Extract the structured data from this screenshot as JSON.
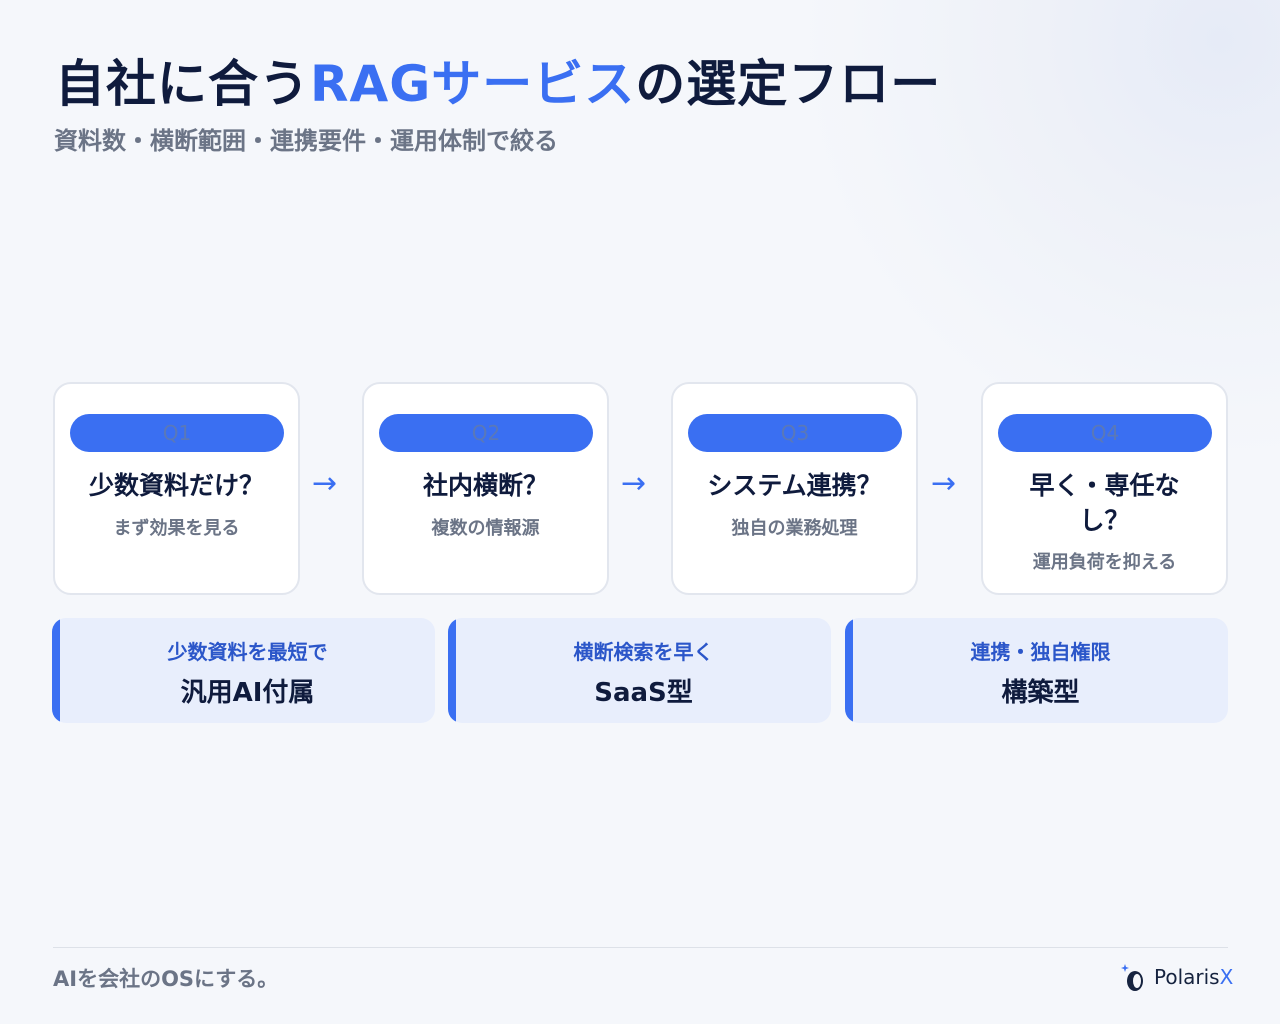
{
  "header": {
    "title_pre": "自社に合う",
    "title_accent": "RAGサービス",
    "title_post": "の選定フロー",
    "subtitle": "資料数・横断範囲・連携要件・運用体制で絞る"
  },
  "flow": {
    "arrow": "→",
    "steps": [
      {
        "badge": "Q1",
        "question": "少数資料だけ？",
        "note": "まず効果を見る"
      },
      {
        "badge": "Q2",
        "question": "社内横断？",
        "note": "複数の情報源"
      },
      {
        "badge": "Q3",
        "question": "システム連携？",
        "note": "独自の業務処理"
      },
      {
        "badge": "Q4",
        "question": "早く・専任なし？",
        "note": "運用負荷を抑える"
      }
    ]
  },
  "results": [
    {
      "label": "少数資料を最短で",
      "value": "汎用AI付属"
    },
    {
      "label": "横断検索を早く",
      "value": "SaaS型"
    },
    {
      "label": "連携・独自権限",
      "value": "構築型"
    }
  ],
  "footer": {
    "tagline": "AIを会社のOSにする。",
    "logo_main": "Polaris",
    "logo_accent": "X"
  },
  "colors": {
    "accent": "#3a6ff2",
    "text": "#0f1b3d",
    "muted": "#6b7486"
  }
}
